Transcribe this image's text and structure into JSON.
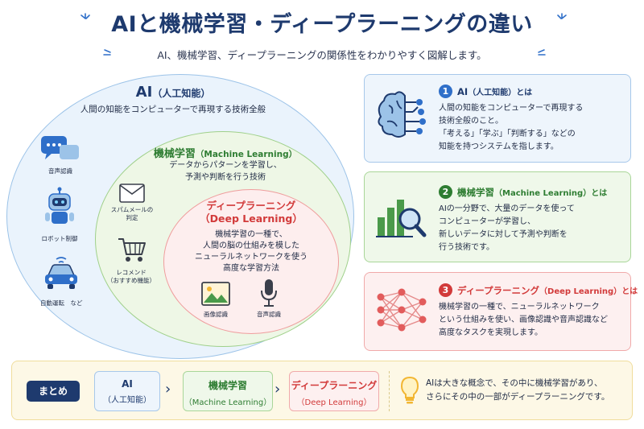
{
  "header": {
    "title": "AIと機械学習・ディープラーニングの違い",
    "subtitle": "AI、機械学習、ディープラーニングの関係性をわかりやすく図解します。"
  },
  "venn": {
    "ai": {
      "title": "AI",
      "title_sub": "（人工知能）",
      "desc": "人間の知能をコンピューターで再現する技術全般"
    },
    "ml": {
      "title": "機械学習",
      "title_sub": "（Machine Learning）",
      "desc_lines": [
        "データからパターンを学習し、",
        "予測や判断を行う技術"
      ]
    },
    "dl": {
      "title": "ディープラーニング",
      "title_sub": "（Deep Learning）",
      "desc_lines": [
        "機械学習の一種で、",
        "人間の脳の仕組みを模した",
        "ニューラルネットワークを使う",
        "高度な学習方法"
      ]
    },
    "ai_examples": [
      {
        "label": "音声認識",
        "icon": "chat-bubbles-icon"
      },
      {
        "label": "ロボット制御",
        "icon": "robot-icon"
      },
      {
        "label": "自動運転　など",
        "icon": "car-icon"
      }
    ],
    "ml_examples": [
      {
        "label_lines": [
          "スパムメールの",
          "判定"
        ],
        "icon": "envelope-icon"
      },
      {
        "label_lines": [
          "レコメンド",
          "（おすすめ機能）"
        ],
        "icon": "cart-icon"
      }
    ],
    "dl_examples": [
      {
        "label": "画像認識",
        "icon": "image-icon"
      },
      {
        "label": "音声認識",
        "icon": "microphone-icon"
      }
    ]
  },
  "panels": [
    {
      "num": "1",
      "title": "AI",
      "title_sub": "（人工知能）",
      "suffix": "とは",
      "icon": "brain-circuit-icon",
      "body": "人間の知能をコンピューターで再現する\n技術全般のこと。\n「考える」「学ぶ」「判断する」などの\n知能を持つシステムを指します。"
    },
    {
      "num": "2",
      "title": "機械学習",
      "title_sub": "（Machine Learning）",
      "suffix": "とは",
      "icon": "bar-chart-magnifier-icon",
      "body": "AIの一分野で、大量のデータを使って\nコンピューターが学習し、\n新しいデータに対して予測や判断を\n行う技術です。"
    },
    {
      "num": "3",
      "title": "ディープラーニング",
      "title_sub": "（Deep Learning）",
      "suffix": "とは",
      "icon": "neural-network-icon",
      "body": "機械学習の一種で、ニューラルネットワーク\nという仕組みを使い、画像認識や音声認識など\n高度なタスクを実現します。"
    }
  ],
  "summary": {
    "tag": "まとめ",
    "boxes": [
      {
        "a": "AI",
        "b": "（人工知能）"
      },
      {
        "a": "機械学習",
        "b": "（Machine Learning）"
      },
      {
        "a": "ディープラーニング",
        "b": "（Deep Learning）"
      }
    ],
    "chevron": "›",
    "icon": "lightbulb-icon",
    "text": "AIは大きな概念で、その中に機械学習があり、\nさらにその中の一部がディープラーニングです。"
  },
  "colors": {
    "navy": "#1e3a6e",
    "blue": "#2f6fc9",
    "green": "#2e7d32",
    "red": "#d23a3a",
    "yellow": "#f2b632"
  }
}
